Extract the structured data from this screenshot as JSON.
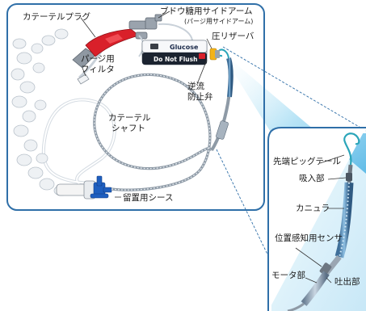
{
  "labels": {
    "catheter_plug": "カテーテルプラグ",
    "glucose_side_arm": "ブドウ糖用サイドアーム",
    "purge_side_arm": "(パージ用サイドアーム)",
    "pressure_reservoir": "圧リザーバ",
    "purge_filter_line1": "パージ用",
    "purge_filter_line2": "フィルタ",
    "check_valve_line1": "逆流",
    "check_valve_line2": "防止弁",
    "catheter_shaft_line1": "カテーテル",
    "catheter_shaft_line2": "シャフト",
    "indwelling_sheath": "留置用シース",
    "pigtail_tip": "先端ピッグテール",
    "inlet": "吸入部",
    "cannula": "カニュラ",
    "position_sensor": "位置感知用センサ",
    "motor": "モータ部",
    "outlet": "吐出部",
    "glucose_tag": "Glucose",
    "do_not_flush_tag": "Do Not Flush"
  },
  "colors": {
    "frame": "#2f6fa8",
    "plug": "#d9202a",
    "sheath": "#1f5fbf",
    "gradient": "#9cd9f2"
  }
}
